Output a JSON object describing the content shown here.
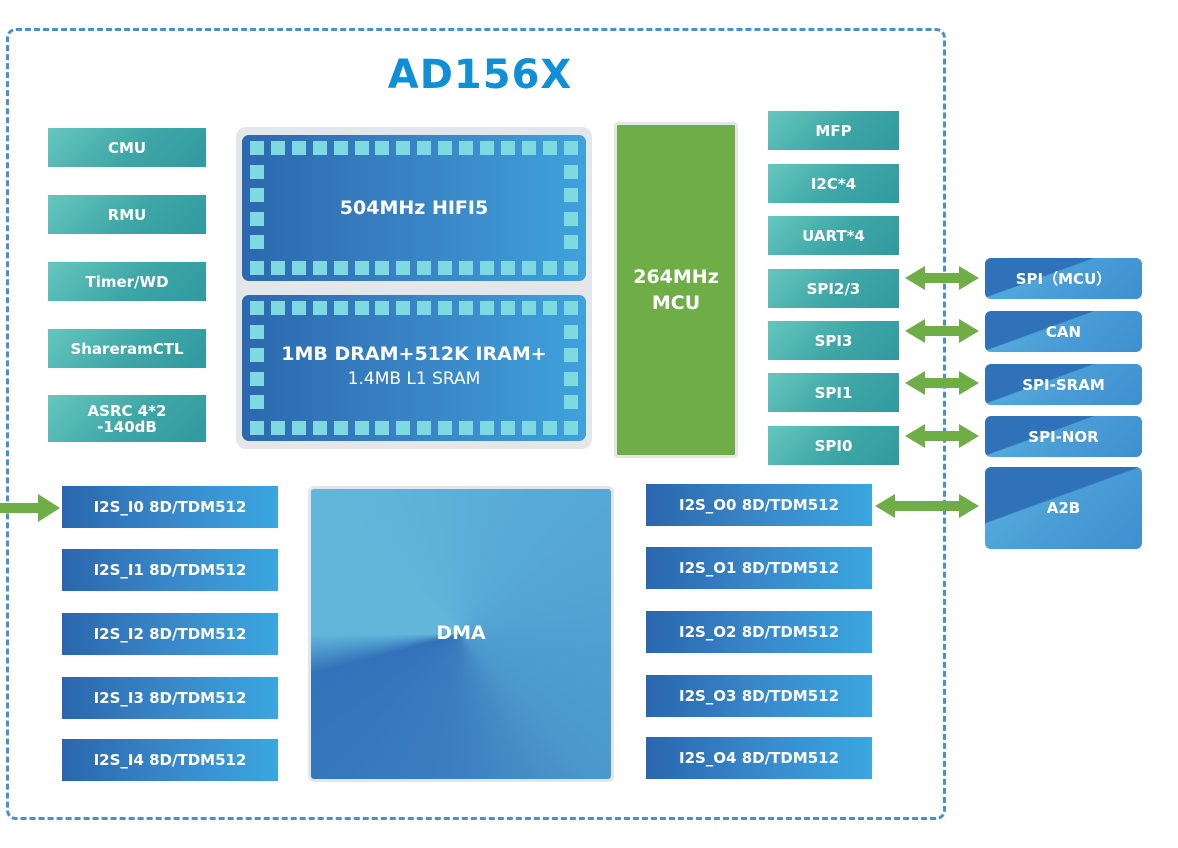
{
  "title": "AD156X",
  "colors": {
    "title": "#0f8fd6",
    "border_dashed": "#4a8fd0",
    "teal_block": "#3ea6a6",
    "blue_block": "#3a8bcc",
    "mcu_green": "#6fad46",
    "arrow_green": "#6fad46",
    "pad_cyan": "#7ed9e0"
  },
  "left_peripherals": [
    {
      "label": "CMU"
    },
    {
      "label": "RMU"
    },
    {
      "label": "Timer/WD"
    },
    {
      "label": "ShareramCTL"
    },
    {
      "label": "ASRC 4*2\n-140dB",
      "line1": "ASRC 4*2",
      "line2": "-140dB"
    }
  ],
  "dsp_core": {
    "label": "504MHz HIFI5"
  },
  "memory": {
    "line1": "1MB DRAM+512K IRAM+",
    "line2": "1.4MB L1 SRAM"
  },
  "mcu": {
    "line1": "264MHz",
    "line2": "MCU"
  },
  "right_peripherals": [
    {
      "label": "MFP"
    },
    {
      "label": "I2C*4"
    },
    {
      "label": "UART*4"
    },
    {
      "label": "SPI2/3"
    },
    {
      "label": "SPI3"
    },
    {
      "label": "SPI1"
    },
    {
      "label": "SPI0"
    }
  ],
  "external_devices": [
    {
      "label": "SPI（MCU）",
      "connects_to": "SPI2/3"
    },
    {
      "label": "CAN",
      "connects_to": "SPI3"
    },
    {
      "label": "SPI-SRAM",
      "connects_to": "SPI1"
    },
    {
      "label": "SPI-NOR",
      "connects_to": "SPI0"
    },
    {
      "label": "A2B",
      "connects_to": "I2S_O0 8D/TDM512"
    }
  ],
  "i2s_inputs": [
    {
      "label": "I2S_I0 8D/TDM512"
    },
    {
      "label": "I2S_I1 8D/TDM512"
    },
    {
      "label": "I2S_I2 8D/TDM512"
    },
    {
      "label": "I2S_I3 8D/TDM512"
    },
    {
      "label": "I2S_I4 8D/TDM512"
    }
  ],
  "i2s_outputs": [
    {
      "label": "I2S_O0 8D/TDM512"
    },
    {
      "label": "I2S_O1 8D/TDM512"
    },
    {
      "label": "I2S_O2 8D/TDM512"
    },
    {
      "label": "I2S_O3 8D/TDM512"
    },
    {
      "label": "I2S_O4 8D/TDM512"
    }
  ],
  "dma": {
    "label": "DMA"
  },
  "arrows": [
    {
      "type": "input",
      "to": "I2S_I0 8D/TDM512"
    },
    {
      "type": "bidirectional",
      "between": [
        "SPI2/3",
        "SPI（MCU）"
      ]
    },
    {
      "type": "bidirectional",
      "between": [
        "SPI3",
        "CAN"
      ]
    },
    {
      "type": "bidirectional",
      "between": [
        "SPI1",
        "SPI-SRAM"
      ]
    },
    {
      "type": "bidirectional",
      "between": [
        "SPI0",
        "SPI-NOR"
      ]
    },
    {
      "type": "bidirectional",
      "between": [
        "I2S_O0 8D/TDM512",
        "A2B"
      ]
    }
  ]
}
